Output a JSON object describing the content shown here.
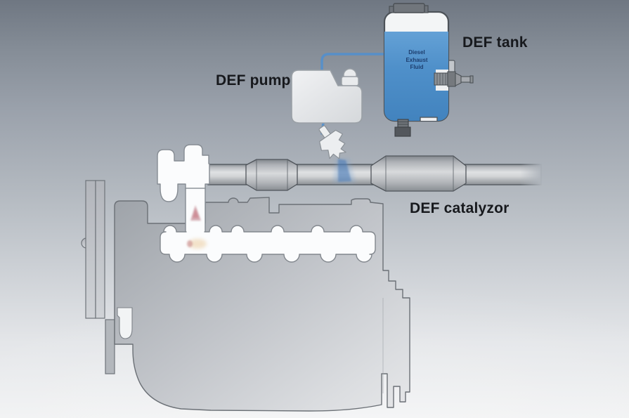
{
  "diagram": {
    "labels": {
      "pump": "DEF pump",
      "tank": "DEF tank",
      "catalyzor": "DEF catalyzor"
    },
    "tank_text": [
      "Diesel",
      "Exhaust",
      "Fluid"
    ],
    "components": [
      "def-tank",
      "def-pump",
      "def-supply-line",
      "def-injector",
      "def-spray",
      "exhaust-pipe",
      "upstream-catalyst",
      "def-catalyzor",
      "turbo-exhaust-outlet",
      "exhaust-manifold",
      "engine-block"
    ],
    "colors": {
      "background_top": "#6f7782",
      "background_bottom": "#f1f2f3",
      "def_fluid": "#4f90ca",
      "def_line": "#4f8fd0",
      "engine_body": "#c3c6cb",
      "pipe_metal": "#c6c9cd",
      "label_text": "#17191d",
      "tank_text": "#1d3e6e",
      "hot_exhaust": "#a84f5c"
    }
  }
}
